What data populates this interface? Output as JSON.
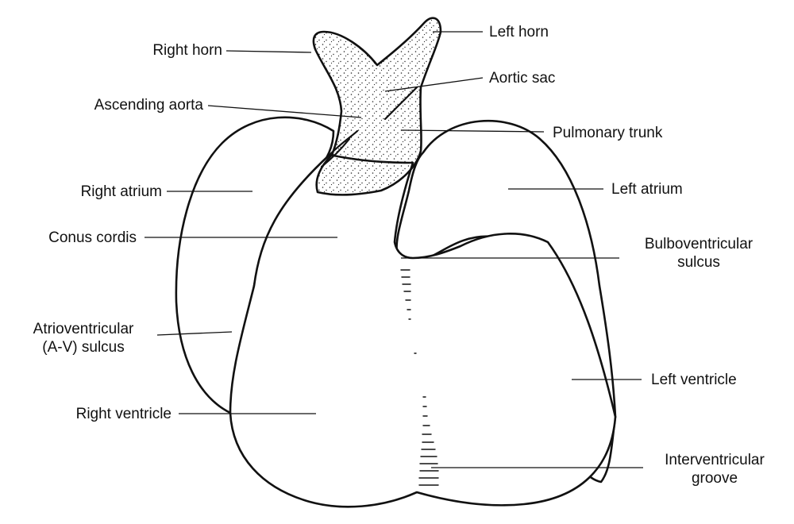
{
  "labels": {
    "right_horn": "Right horn",
    "left_horn": "Left horn",
    "aortic_sac": "Aortic sac",
    "ascending_aorta": "Ascending aorta",
    "pulmonary_trunk": "Pulmonary trunk",
    "right_atrium": "Right atrium",
    "left_atrium": "Left atrium",
    "conus_cordis": "Conus cordis",
    "bulboventricular_sulcus_1": "Bulboventricular",
    "bulboventricular_sulcus_2": "sulcus",
    "av_sulcus_1": "Atrioventricular",
    "av_sulcus_2": "(A-V) sulcus",
    "left_ventricle": "Left ventricle",
    "right_ventricle": "Right ventricle",
    "interventricular_groove_1": "Interventricular",
    "interventricular_groove_2": "groove"
  },
  "colors": {
    "ink": "#111111",
    "background": "#ffffff"
  }
}
